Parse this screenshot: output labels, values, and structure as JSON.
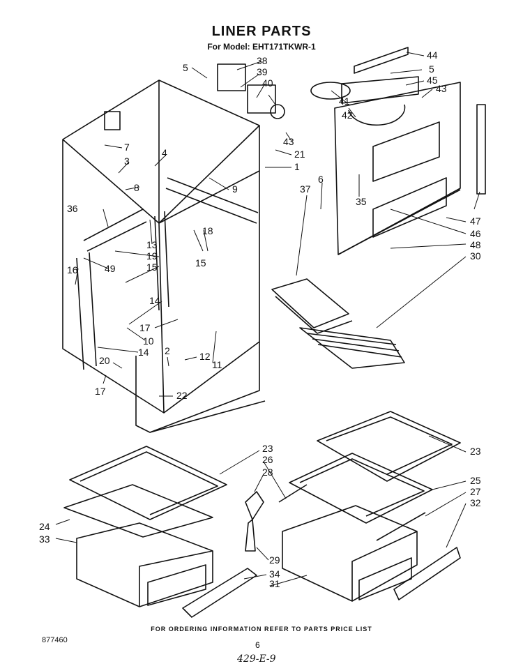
{
  "header": {
    "title": "LINER PARTS",
    "subtitle": "For Model: EHT171TKWR-1"
  },
  "footer": {
    "note": "FOR ORDERING INFORMATION REFER TO PARTS PRICE LIST",
    "doc_number": "877460",
    "page_number": "6",
    "handwritten_note": "429-E-9"
  },
  "part_labels": [
    "5",
    "38",
    "39",
    "40",
    "44",
    "5",
    "45",
    "43",
    "41",
    "42",
    "43",
    "7",
    "3",
    "4",
    "21",
    "1",
    "8",
    "6",
    "9",
    "37",
    "35",
    "36",
    "47",
    "46",
    "48",
    "30",
    "13",
    "19",
    "15",
    "18",
    "49",
    "16",
    "15",
    "14",
    "17",
    "10",
    "14",
    "2",
    "12",
    "11",
    "20",
    "17",
    "22",
    "23",
    "26",
    "28",
    "24",
    "33",
    "29",
    "34",
    "31",
    "23",
    "25",
    "27",
    "32"
  ]
}
